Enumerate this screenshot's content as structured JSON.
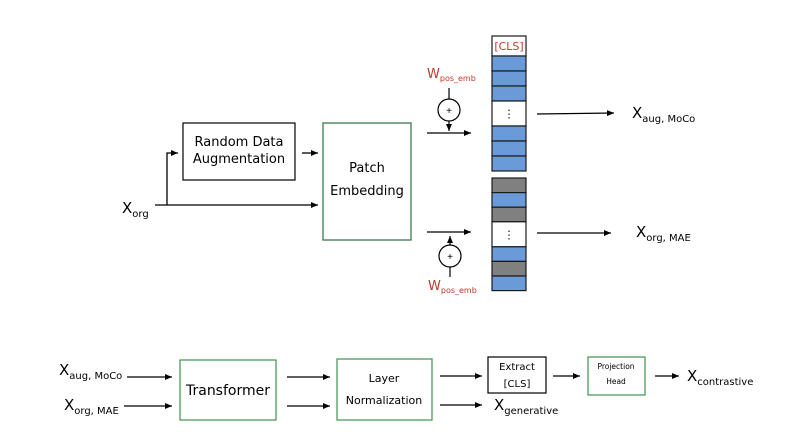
{
  "colors": {
    "green_border": "#4a9a5a",
    "dark_green_border": "#3d7a48",
    "black_border": "#000000",
    "token_blue": "#6a9bd8",
    "token_gray": "#808080",
    "red_label": "#c0392b"
  },
  "top": {
    "input": {
      "main": "X",
      "sub": "org"
    },
    "augmentation": {
      "line1": "Random Data",
      "line2": "Augmentation"
    },
    "patch_embedding": {
      "line1": "Patch",
      "line2": "Embedding"
    },
    "pos_emb_top": {
      "main": "W",
      "sub": "pos_emb"
    },
    "pos_emb_bottom": {
      "main": "W",
      "sub": "pos_emb"
    },
    "adder_symbol": "+",
    "cls_token": "[CLS]",
    "ellipsis": "⋮",
    "tokens_moco": [
      "cls",
      "blue",
      "blue",
      "blue",
      "dots",
      "blue",
      "blue",
      "blue"
    ],
    "tokens_mae": [
      "gray",
      "blue",
      "gray",
      "dots",
      "blue",
      "gray",
      "blue"
    ],
    "out_moco": {
      "main": "X",
      "sub": "aug, MoCo"
    },
    "out_mae": {
      "main": "X",
      "sub": "org, MAE"
    }
  },
  "bottom": {
    "in_moco": {
      "main": "X",
      "sub": "aug, MoCo"
    },
    "in_mae": {
      "main": "X",
      "sub": "org, MAE"
    },
    "transformer": "Transformer",
    "layer_norm": {
      "line1": "Layer",
      "line2": "Normalization"
    },
    "extract": {
      "line1": "Extract",
      "line2": "[CLS]"
    },
    "projection": {
      "line1": "Projection",
      "line2": "Head"
    },
    "out_generative": {
      "main": "X",
      "sub": "generative"
    },
    "out_contrastive": {
      "main": "X",
      "sub": "contrastive"
    }
  }
}
